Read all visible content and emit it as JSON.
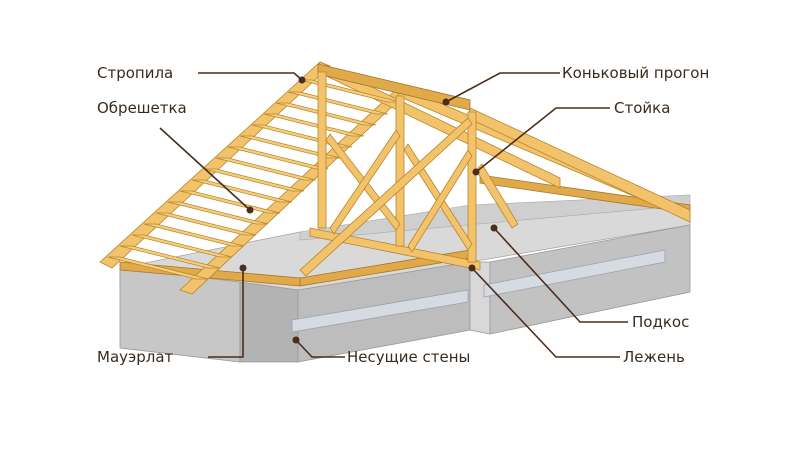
{
  "labels": {
    "rafters": "Стропила",
    "lathing": "Обрешетка",
    "mauerlat": "Мауэрлат",
    "bearing_walls": "Несущие стены",
    "ridge_purlin": "Коньковый прогон",
    "post": "Стойка",
    "strut": "Подкос",
    "tie_beam": "Лежень"
  },
  "colors": {
    "wood": "#f2c36a",
    "wall": "#c8c8c8",
    "label_text": "#3a2a1e",
    "leader": "#4a2d1a"
  }
}
